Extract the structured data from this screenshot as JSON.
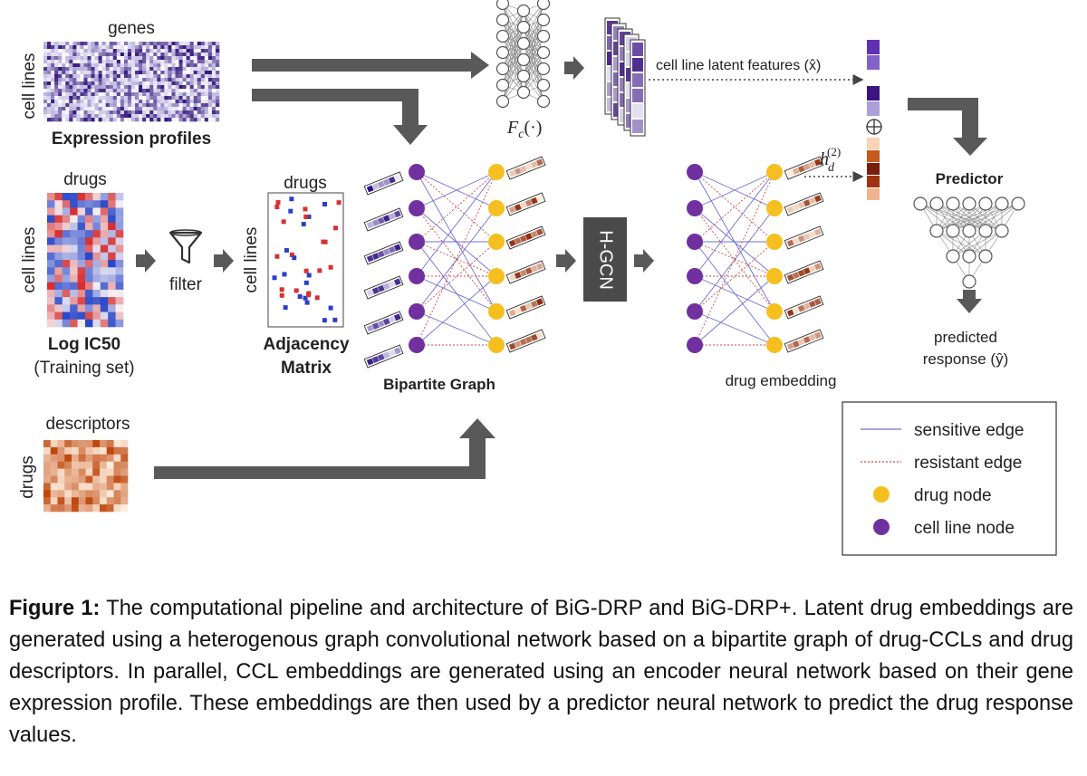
{
  "labels": {
    "genes": "genes",
    "cell_lines_top": "cell lines",
    "expression_profiles": "Expression profiles",
    "drugs_ic50": "drugs",
    "cell_lines_mid": "cell lines",
    "log_ic50": "Log IC50",
    "training_set": "(Training set)",
    "filter": "filter",
    "drugs_adj": "drugs",
    "cell_lines_adj": "cell lines",
    "adjacency": "Adjacency",
    "matrix": "Matrix",
    "bipartite_graph": "Bipartite Graph",
    "hgcn": "H-GCN",
    "drug_embedding": "drug embedding",
    "fc_main": "F",
    "fc_sub": "c",
    "fc_arg": "(·)",
    "latent_features": "cell line latent features (x̂)",
    "hd_main": "h",
    "hd_sub": "d",
    "hd_sup": "(2)",
    "concat": "⊕",
    "predictor": "Predictor",
    "predicted": "predicted",
    "response": "response (ŷ)",
    "descriptors": "descriptors",
    "drugs_desc": "drugs"
  },
  "legend": {
    "sensitive": "sensitive edge",
    "resistant": "resistant edge",
    "drug_node": "drug node",
    "cell_node": "cell line node"
  },
  "colors": {
    "arrow": "#595959",
    "cell_node": "#7030a0",
    "drug_node": "#f5c01f",
    "sensitive_edge": "#6f6fd8",
    "resistant_edge": "#d24a4a",
    "hgcn_box": "#4a4a4a"
  },
  "caption": {
    "label": "Figure 1:",
    "text": " The computational pipeline and architecture of BiG-DRP and BiG-DRP+. Latent drug embeddings are generated using a heterogenous graph convolutional network based on a bipartite graph of drug-CCLs and drug descriptors. In parallel, CCL embeddings are generated using an encoder neural network based on their gene expression profile. These embeddings are then used by a predictor neural network to predict the drug response values."
  }
}
